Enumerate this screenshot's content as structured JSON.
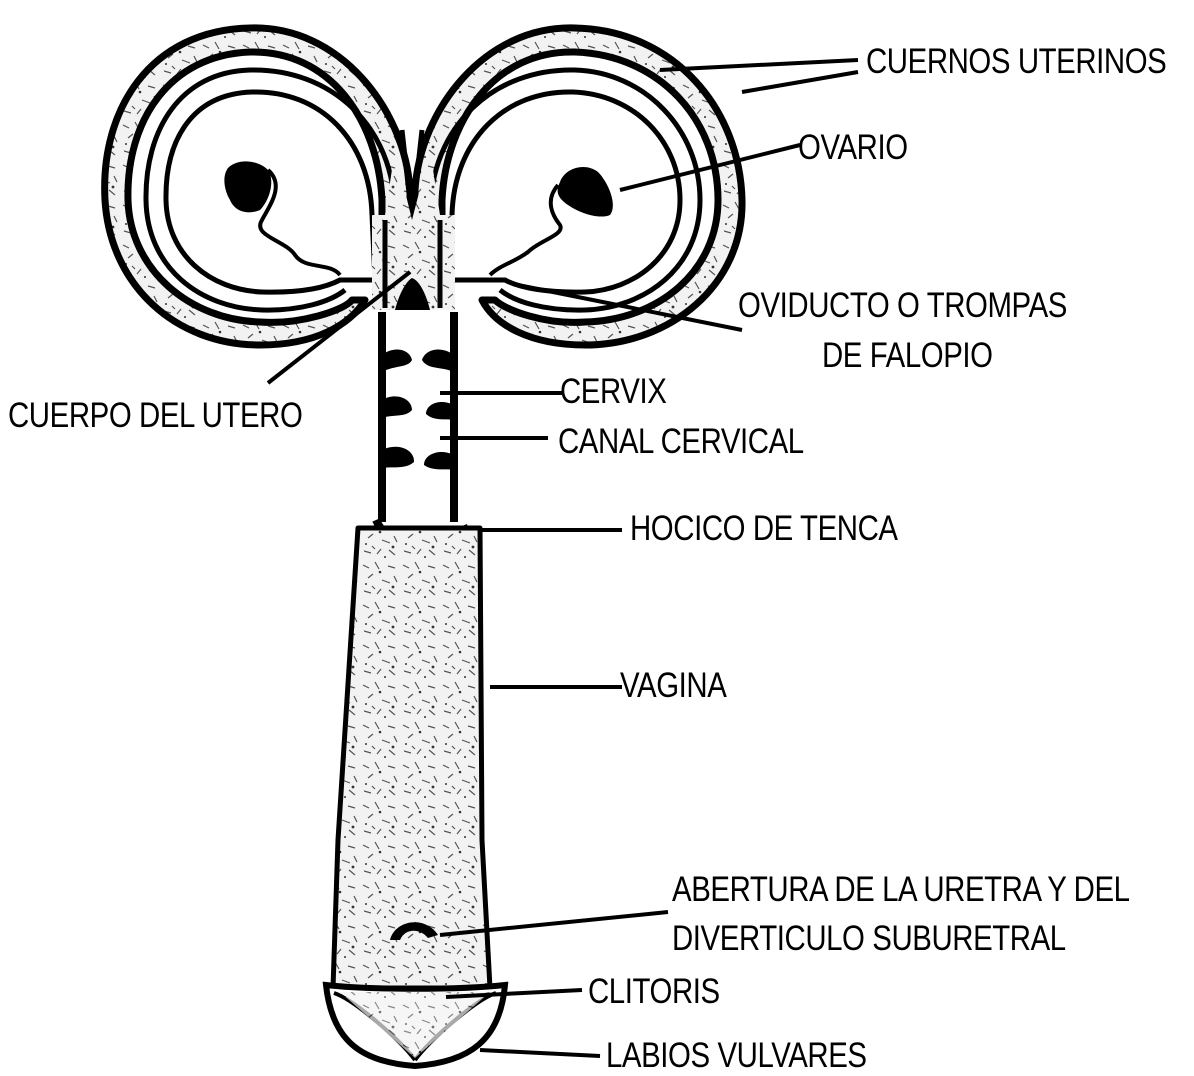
{
  "labels": {
    "cuernos_uterinos": "CUERNOS UTERINOS",
    "ovario": "OVARIO",
    "oviducto_line1": "OVIDUCTO O TROMPAS",
    "oviducto_line2": "DE FALOPIO",
    "cuerpo_del_utero": "CUERPO DEL UTERO",
    "cervix": "CERVIX",
    "canal_cervical": "CANAL CERVICAL",
    "hocico_de_tenca": "HOCICO DE TENCA",
    "vagina": "VAGINA",
    "abertura_line1": "ABERTURA DE LA URETRA Y DEL",
    "abertura_line2": "DIVERTICULO SUBURETRAL",
    "clitoris": "CLITORIS",
    "labios_vulvares": "LABIOS VULVARES"
  },
  "colors": {
    "ink": "#000000",
    "tissue_fill": "#e9e9e9",
    "background": "#ffffff"
  }
}
